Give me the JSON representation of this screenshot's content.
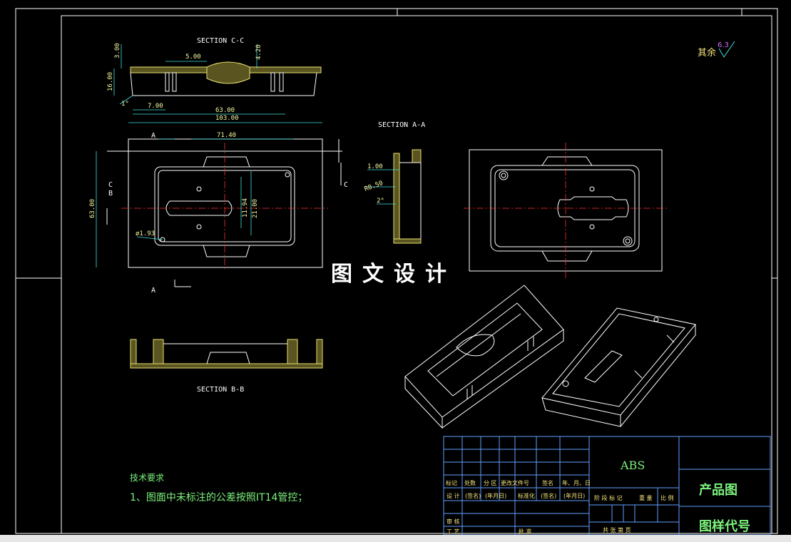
{
  "sections": {
    "cc": "SECTION C-C",
    "aa": "SECTION A-A",
    "bb": "SECTION B-B"
  },
  "section_marks": {
    "a_top": "A",
    "a_bottom": "A",
    "c_left": "C",
    "b_left": "B",
    "c_right": "C"
  },
  "dimensions": {
    "d300": "3.00",
    "d500": "5.00",
    "d420": "4.20",
    "d1600": "16.00",
    "d700": "7.00",
    "d6300_cc": "63.00",
    "d10300": "103.00",
    "d7140": "71.40",
    "d6300_side": "63.00",
    "d1194": "11.94",
    "d2100": "21.00",
    "d193": "ø1.93",
    "d100": "1.00",
    "r050": "R0.50",
    "deg2": "2°",
    "deg1": "1°"
  },
  "roughness": {
    "label": "其余",
    "value": "6.3"
  },
  "watermark": "图文设计",
  "tech_req": {
    "title": "技术要求",
    "item1": "1、图面中未标注的公差按照IT14管控；"
  },
  "title_block": {
    "material": "ABS",
    "product": "产品图",
    "drawing_no": "图样代号",
    "row1": [
      "标记",
      "处数",
      "分  区",
      "更改文件号",
      "签名",
      "年、月、日"
    ],
    "row2": [
      "设 计",
      "(签名)",
      "(年月日)",
      "标准化",
      "(签名)",
      "(年月日)"
    ],
    "row3": [
      "审 核"
    ],
    "row4": [
      "工 艺",
      "",
      "",
      "批 准"
    ],
    "stage": [
      "阶 段 标 记",
      "重  量",
      "比 例"
    ],
    "sheet": [
      "共   张   第   页"
    ]
  },
  "colors": {
    "frame": "#ffffff",
    "center": "#ff3030",
    "dim": "#40e0e0",
    "hatch": "#e8e070",
    "table": "#60a0ff"
  }
}
